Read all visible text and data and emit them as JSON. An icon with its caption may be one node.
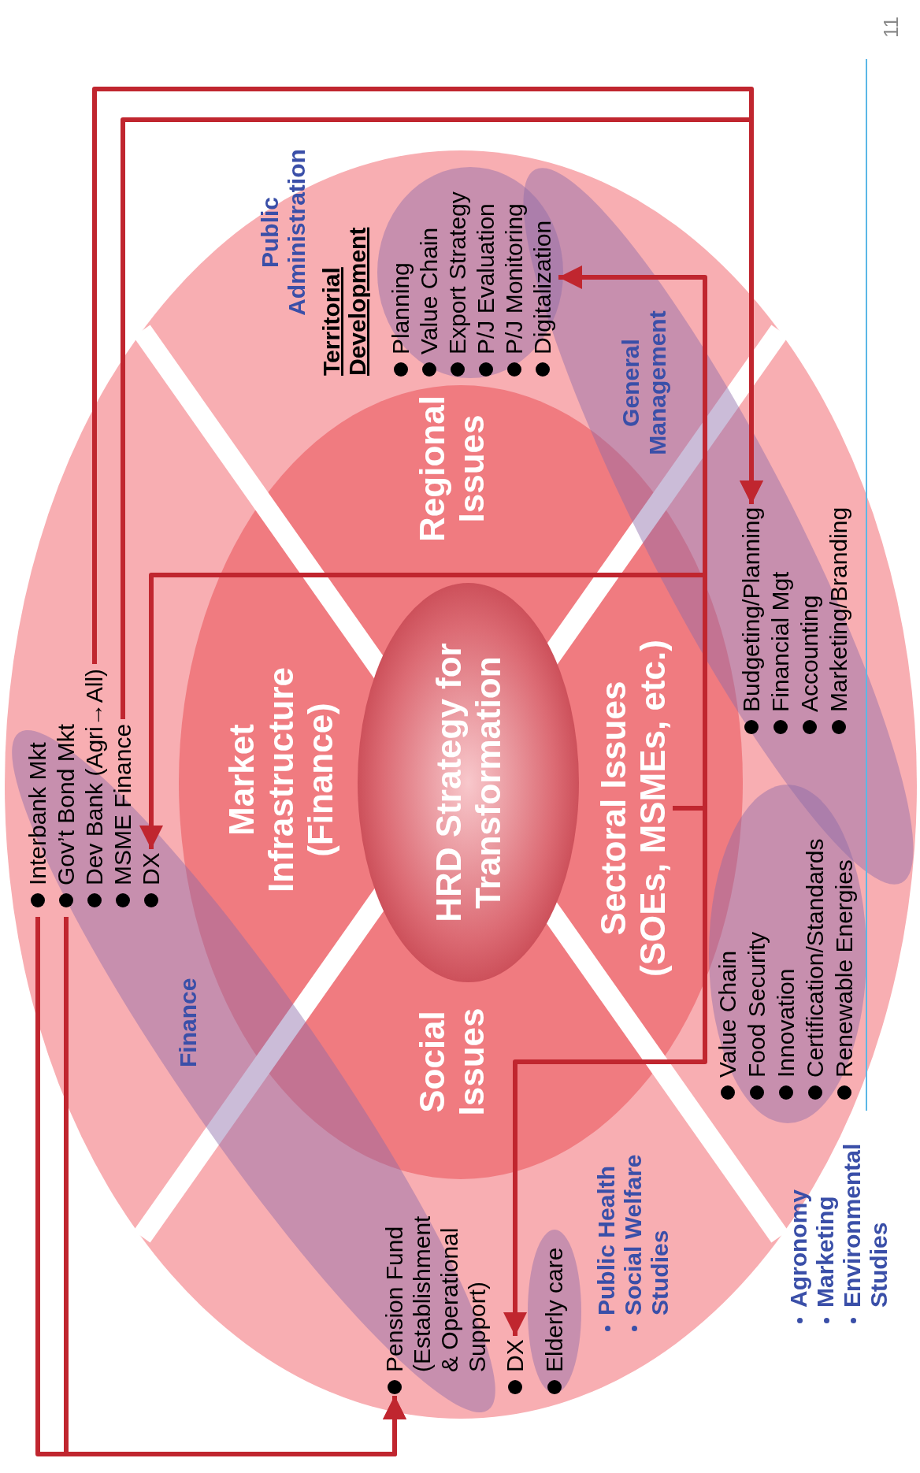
{
  "diagram": {
    "nodes": [
      {
        "text": [
          "HRD Strategy for Transformation"
        ]
      },
      {
        "text": [
          "Market Infrastructure (Finance)"
        ]
      },
      {
        "text": [
          "Regional Issues"
        ]
      },
      {
        "text": [
          "Social Issues"
        ]
      },
      {
        "text": [
          "Sectoral Issues (SOEs, MSMEs, etc.)"
        ]
      },
      {
        "text": [
          "Interbank Mkt"
        ]
      },
      {
        "text": [
          "Gov’t Bond Mkt"
        ]
      },
      {
        "text": [
          "Dev Bank (Agri→All)"
        ]
      },
      {
        "text": [
          "MSME Finance"
        ]
      },
      {
        "text": [
          "DX"
        ]
      },
      {
        "text": [
          "Planning"
        ]
      },
      {
        "text": [
          "Value Chain"
        ]
      },
      {
        "text": [
          "Export Strategy"
        ]
      },
      {
        "text": [
          "P/J Evaluation"
        ]
      },
      {
        "text": [
          "P/J Monitoring"
        ]
      },
      {
        "text": [
          "Digitalization"
        ]
      },
      {
        "text": [
          "Budgeting/Planning"
        ]
      },
      {
        "text": [
          "Financial Mgt"
        ]
      },
      {
        "text": [
          "Accounting"
        ]
      },
      {
        "text": [
          "Marketing/Branding"
        ]
      },
      {
        "text": [
          "Value Chain"
        ]
      },
      {
        "text": [
          "Food Security"
        ]
      },
      {
        "text": [
          "Innovation"
        ]
      },
      {
        "text": [
          "Certification/Standards"
        ]
      },
      {
        "text": [
          "Renewable Energies"
        ]
      },
      {
        "text": [
          "Pension Fund (Establishment & Operational Support)"
        ]
      },
      {
        "text": [
          "DX"
        ]
      },
      {
        "text": [
          "Elderly care"
        ]
      },
      {
        "text": [
          "Public Health"
        ]
      },
      {
        "text": [
          "Social Welfare Studies"
        ]
      },
      {
        "text": [
          "Agronomy"
        ]
      },
      {
        "text": [
          "Marketing"
        ]
      },
      {
        "text": [
          "Environmental Studies"
        ]
      }
    ],
    "edges": [
      {
        "from": 7,
        "to": 16,
        "arrow": "to"
      },
      {
        "from": 8,
        "to": 16,
        "arrow": "to"
      },
      {
        "from": 4,
        "to": 15,
        "arrow": "to"
      },
      {
        "from": 4,
        "to": 9,
        "arrow": "to"
      },
      {
        "from": 4,
        "to": 26,
        "arrow": "to"
      },
      {
        "from": 5,
        "to": 25,
        "arrow": "to"
      },
      {
        "from": 6,
        "to": 25,
        "arrow": "to"
      }
    ],
    "labels": [
      "Territorial Development",
      "Public Administration",
      "General Management",
      "Finance",
      "11"
    ]
  }
}
